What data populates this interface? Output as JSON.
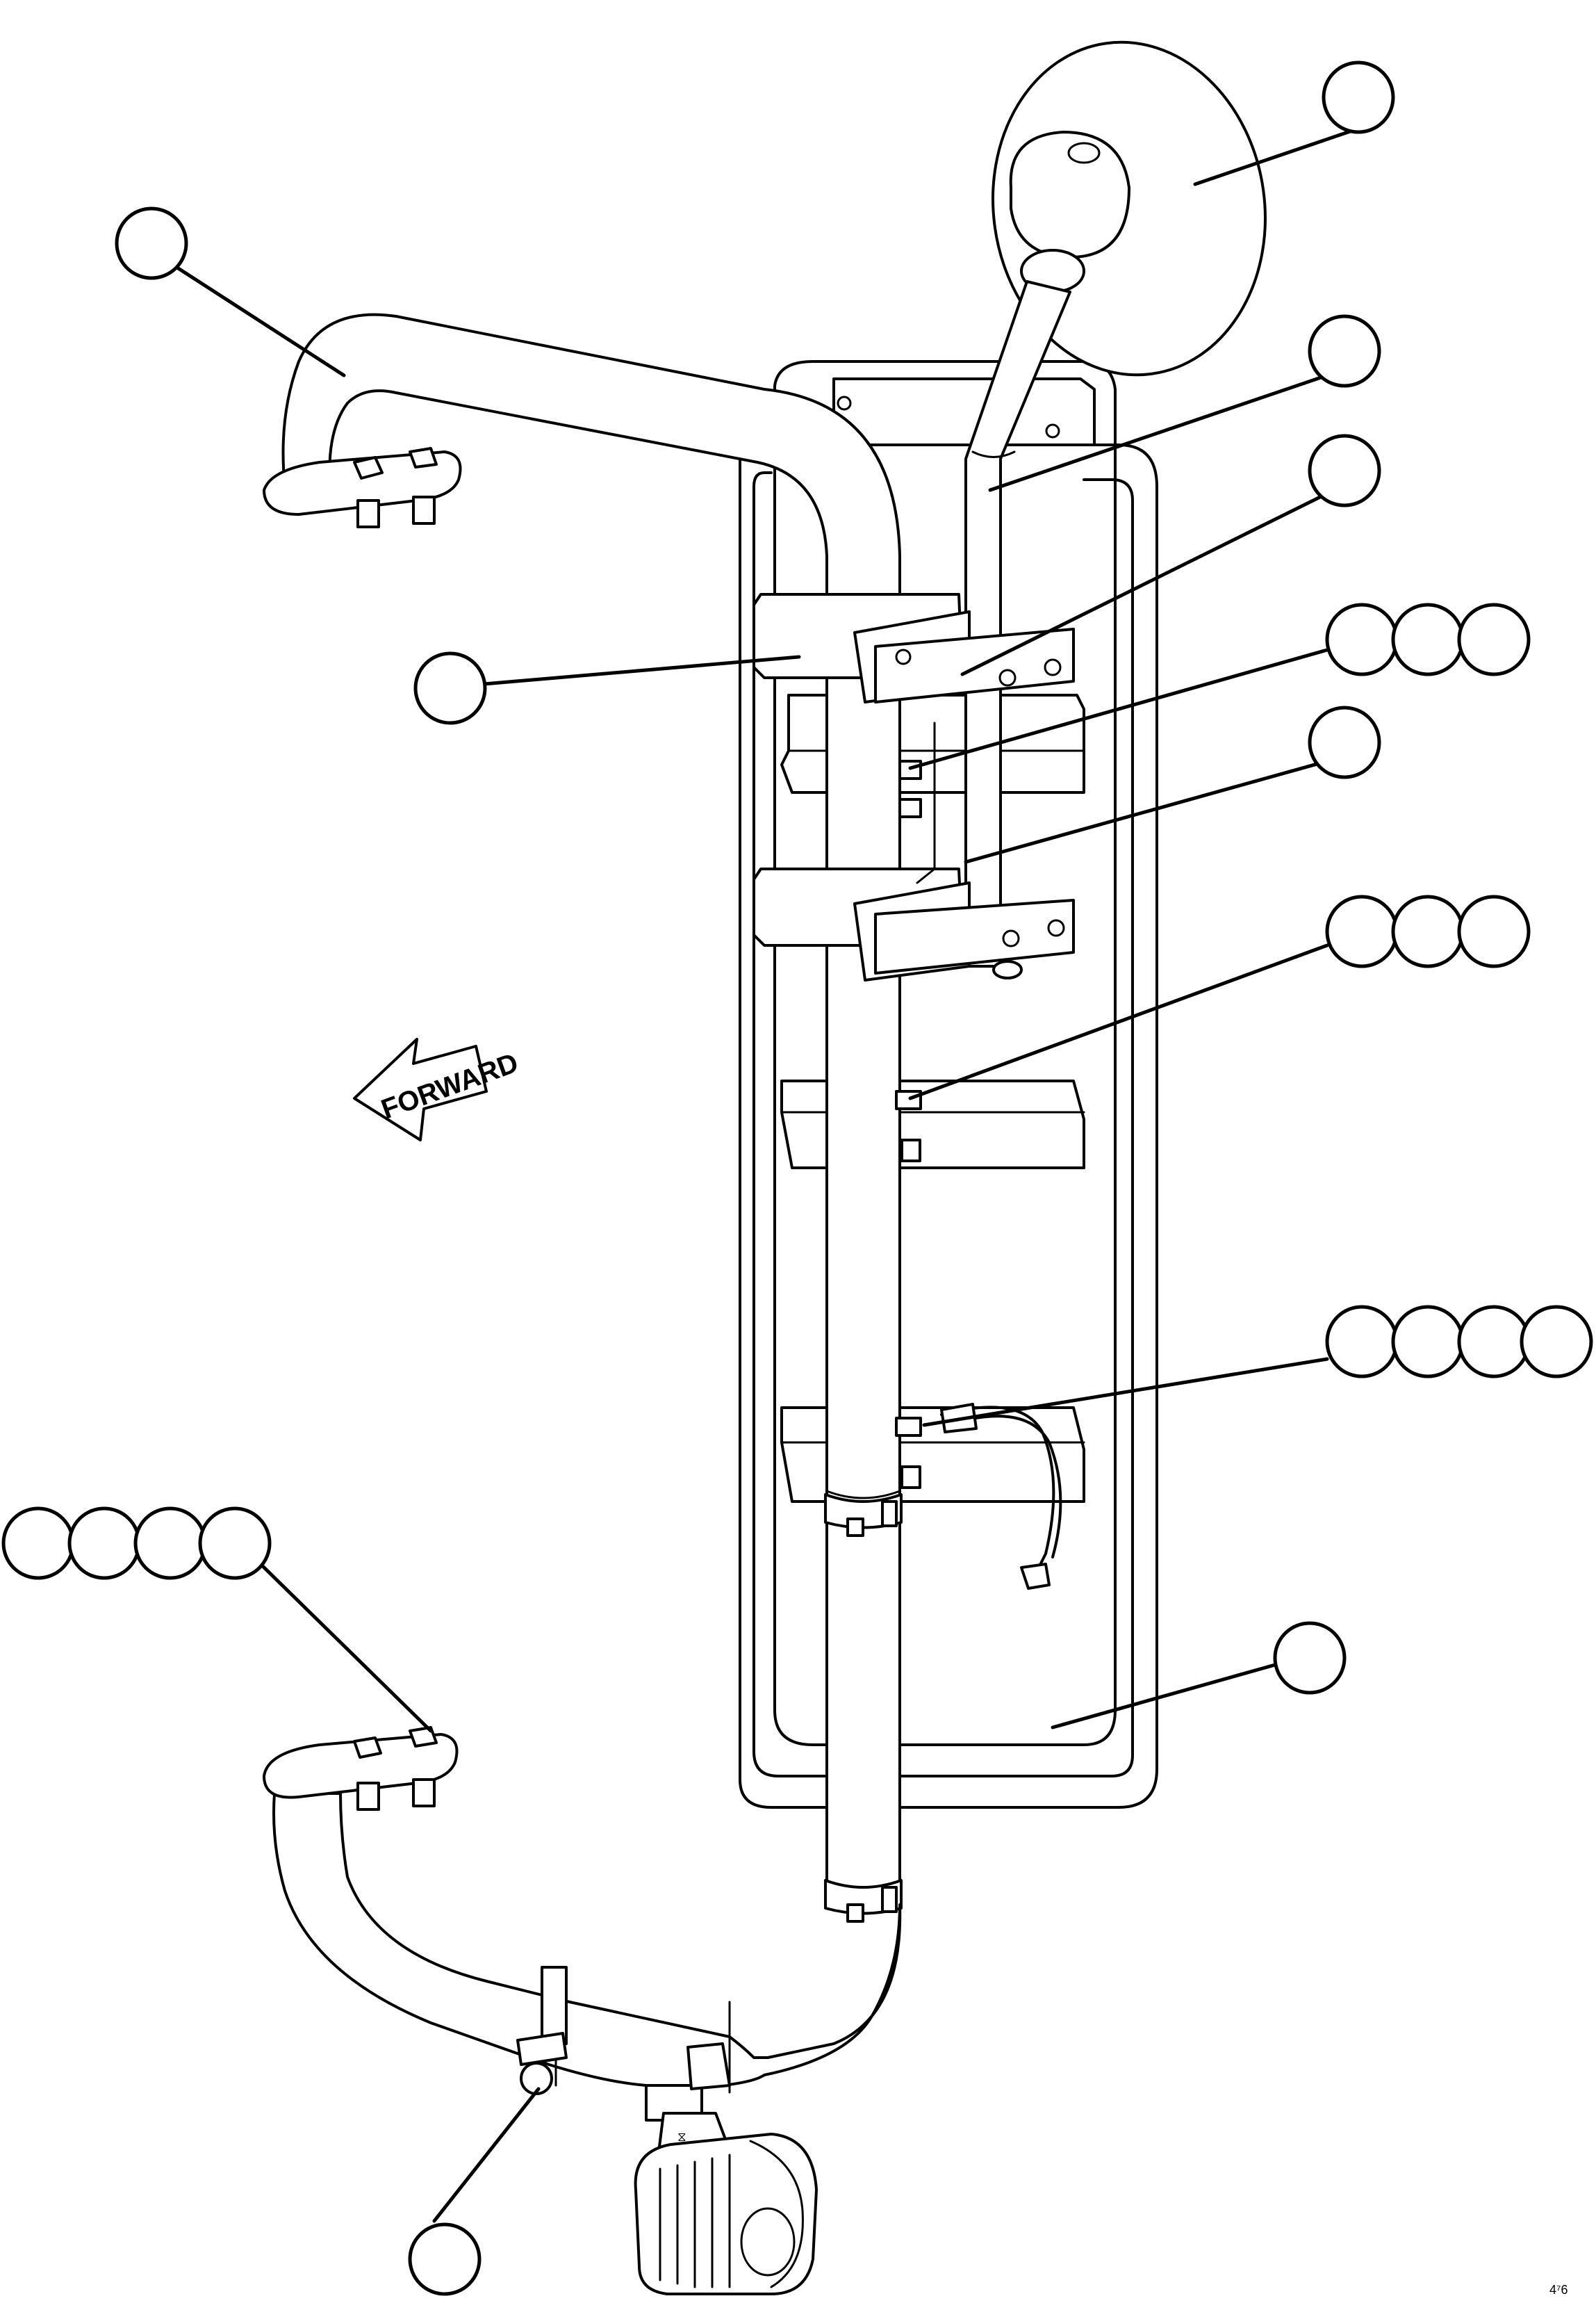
{
  "forward_label": "FORWARD",
  "reference_code": "4⁷6",
  "callout_groups": [
    {
      "id": "mirror",
      "circles": 1
    },
    {
      "id": "grab-handle-upper",
      "circles": 1
    },
    {
      "id": "mirror-arm",
      "circles": 1
    },
    {
      "id": "upper-clamp",
      "circles": 1
    },
    {
      "id": "mounting-bracket",
      "circles": 1
    },
    {
      "id": "upper-bolts",
      "circles": 3
    },
    {
      "id": "lower-clamp",
      "circles": 1
    },
    {
      "id": "step-bolts",
      "circles": 3
    },
    {
      "id": "harness-fasteners",
      "circles": 4
    },
    {
      "id": "handle-mount-bolts",
      "circles": 4
    },
    {
      "id": "back-plate",
      "circles": 1
    },
    {
      "id": "lamp-clip",
      "circles": 1
    }
  ]
}
